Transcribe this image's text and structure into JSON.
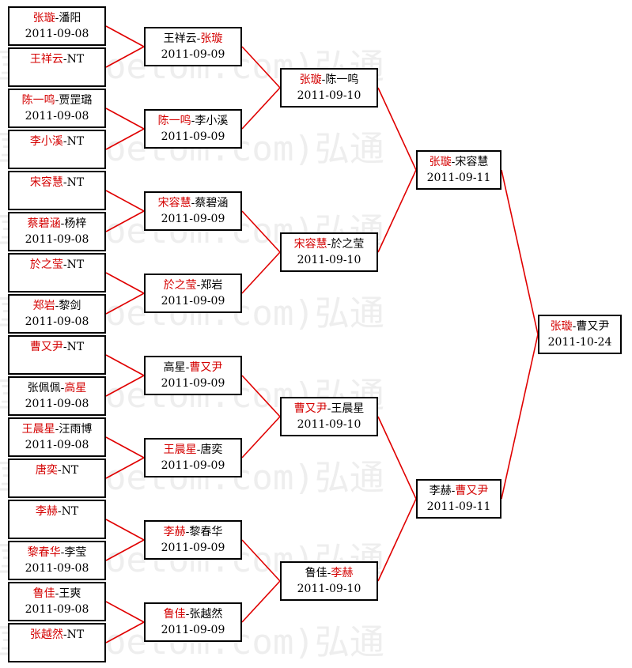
{
  "colors": {
    "winner": "#d40000",
    "connector": "#e00000",
    "text": "#000000"
  },
  "watermark": "国棋(hoetom.com)弘通",
  "rounds": [
    [
      {
        "p1": "张璇",
        "p2": "潘阳",
        "winner": "p1",
        "date": "2011-09-08"
      },
      {
        "p1": "王祥云",
        "p2": "NT",
        "winner": "p1",
        "date": ""
      },
      {
        "p1": "陈一鸣",
        "p2": "贾罡璐",
        "winner": "p1",
        "date": "2011-09-08"
      },
      {
        "p1": "李小溪",
        "p2": "NT",
        "winner": "p1",
        "date": ""
      },
      {
        "p1": "宋容慧",
        "p2": "NT",
        "winner": "p1",
        "date": ""
      },
      {
        "p1": "蔡碧涵",
        "p2": "杨梓",
        "winner": "p1",
        "date": "2011-09-08"
      },
      {
        "p1": "於之莹",
        "p2": "NT",
        "winner": "p1",
        "date": ""
      },
      {
        "p1": "郑岩",
        "p2": "黎剑",
        "winner": "p1",
        "date": "2011-09-08"
      },
      {
        "p1": "曹又尹",
        "p2": "NT",
        "winner": "p1",
        "date": ""
      },
      {
        "p1": "张佩佩",
        "p2": "高星",
        "winner": "p2",
        "date": "2011-09-08"
      },
      {
        "p1": "王晨星",
        "p2": "汪雨博",
        "winner": "p1",
        "date": "2011-09-08"
      },
      {
        "p1": "唐奕",
        "p2": "NT",
        "winner": "p1",
        "date": ""
      },
      {
        "p1": "李赫",
        "p2": "NT",
        "winner": "p1",
        "date": ""
      },
      {
        "p1": "黎春华",
        "p2": "李莹",
        "winner": "p1",
        "date": "2011-09-08"
      },
      {
        "p1": "鲁佳",
        "p2": "王爽",
        "winner": "p1",
        "date": "2011-09-08"
      },
      {
        "p1": "张越然",
        "p2": "NT",
        "winner": "p1",
        "date": ""
      }
    ],
    [
      {
        "p1": "王祥云",
        "p2": "张璇",
        "winner": "p2",
        "date": "2011-09-09"
      },
      {
        "p1": "陈一鸣",
        "p2": "李小溪",
        "winner": "p1",
        "date": "2011-09-09"
      },
      {
        "p1": "宋容慧",
        "p2": "蔡碧涵",
        "winner": "p1",
        "date": "2011-09-09"
      },
      {
        "p1": "於之莹",
        "p2": "郑岩",
        "winner": "p1",
        "date": "2011-09-09"
      },
      {
        "p1": "高星",
        "p2": "曹又尹",
        "winner": "p2",
        "date": "2011-09-09"
      },
      {
        "p1": "王晨星",
        "p2": "唐奕",
        "winner": "p1",
        "date": "2011-09-09"
      },
      {
        "p1": "李赫",
        "p2": "黎春华",
        "winner": "p1",
        "date": "2011-09-09"
      },
      {
        "p1": "鲁佳",
        "p2": "张越然",
        "winner": "p1",
        "date": "2011-09-09"
      }
    ],
    [
      {
        "p1": "张璇",
        "p2": "陈一鸣",
        "winner": "p1",
        "date": "2011-09-10"
      },
      {
        "p1": "宋容慧",
        "p2": "於之莹",
        "winner": "p1",
        "date": "2011-09-10"
      },
      {
        "p1": "曹又尹",
        "p2": "王晨星",
        "winner": "p1",
        "date": "2011-09-10"
      },
      {
        "p1": "鲁佳",
        "p2": "李赫",
        "winner": "p2",
        "date": "2011-09-10"
      }
    ],
    [
      {
        "p1": "张璇",
        "p2": "宋容慧",
        "winner": "p1",
        "date": "2011-09-11"
      },
      {
        "p1": "李赫",
        "p2": "曹又尹",
        "winner": "p2",
        "date": "2011-09-11"
      }
    ],
    [
      {
        "p1": "张璇",
        "p2": "曹又尹",
        "winner": "p1",
        "date": "2011-10-24"
      }
    ]
  ]
}
